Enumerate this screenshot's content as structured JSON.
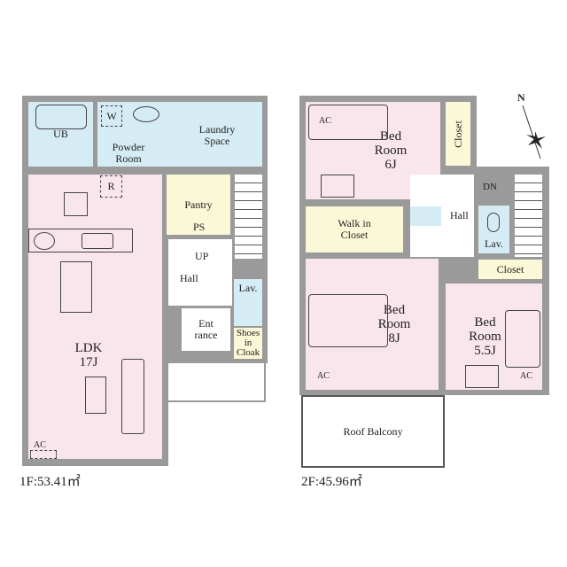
{
  "floor1": {
    "area_label": "1F:53.41㎡",
    "rooms": {
      "ub": "UB",
      "w": "W",
      "powder": "Powder Room",
      "laundry": "Laundry Space",
      "r": "R",
      "pantry": "Pantry",
      "ps": "PS",
      "up": "UP",
      "hall": "Hall",
      "lav": "Lav.",
      "entrance": "Ent rance",
      "shoes": "Shoes in Cloak",
      "ldk": "LDK",
      "ldk_size": "17J",
      "ac": "AC"
    }
  },
  "floor2": {
    "area_label": "2F:45.96㎡",
    "rooms": {
      "bed6": "Bed Room 6J",
      "ac1": "AC",
      "closet1": "Closet",
      "dn": "DN",
      "hall": "Hall",
      "lav": "Lav.",
      "wic": "Walk in Closet",
      "closet2": "Closet",
      "bed8": "Bed Room 8J",
      "ac2": "AC",
      "bed55": "Bed Room 5.5J",
      "ac3": "AC",
      "balcony": "Roof Balcony"
    }
  },
  "compass": {
    "north": "N"
  },
  "colors": {
    "wall": "#9a9a9a",
    "wet": "#d6ecf5",
    "living": "#f9e6ec",
    "storage": "#fbf8d8"
  }
}
